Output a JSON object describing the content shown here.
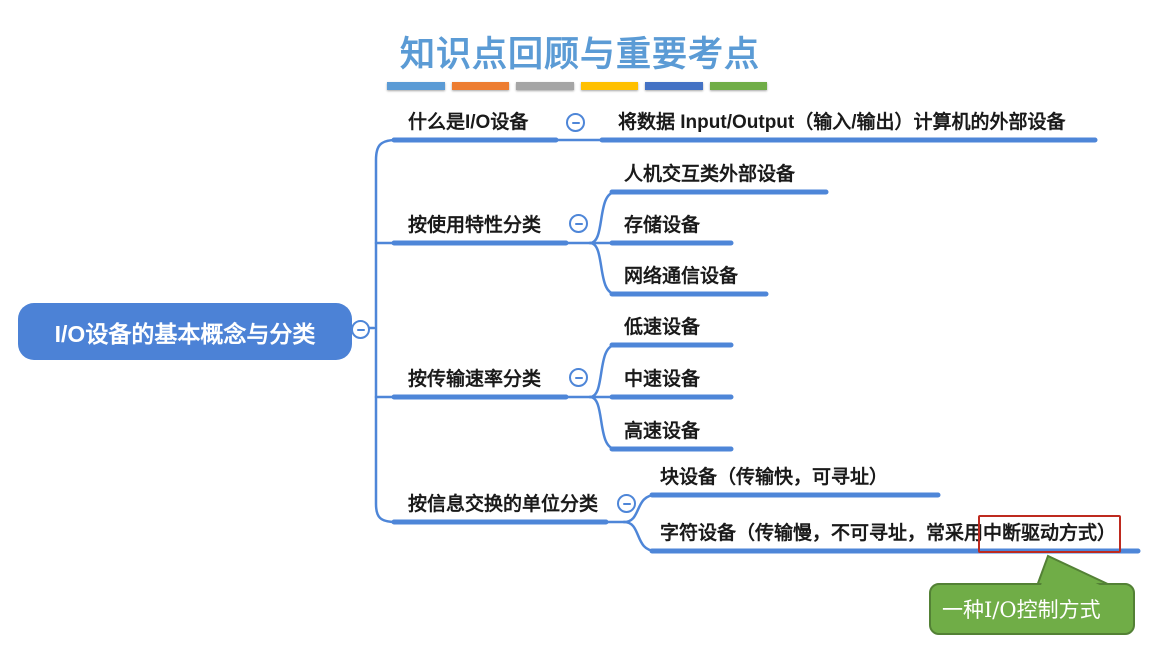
{
  "title": {
    "text": "知识点回顾与重要考点"
  },
  "title_bars": [
    "#5B9BD5",
    "#ED7D31",
    "#A5A5A5",
    "#FFC000",
    "#4472C4",
    "#70AD47"
  ],
  "icons": {
    "collapse": "minus-circle"
  },
  "root": {
    "label": "I/O设备的基本概念与分类"
  },
  "branches": [
    {
      "label": "什么是I/O设备",
      "children": [
        {
          "label": "将数据 Input/Output（输入/输出）计算机的外部设备"
        }
      ]
    },
    {
      "label": "按使用特性分类",
      "children": [
        {
          "label": "人机交互类外部设备"
        },
        {
          "label": "存储设备"
        },
        {
          "label": "网络通信设备"
        }
      ]
    },
    {
      "label": "按传输速率分类",
      "children": [
        {
          "label": "低速设备"
        },
        {
          "label": "中速设备"
        },
        {
          "label": "高速设备"
        }
      ]
    },
    {
      "label": "按信息交换的单位分类",
      "children": [
        {
          "label": "块设备（传输快，可寻址）"
        },
        {
          "prefix": "字符设备（传输慢，不可寻址，常采用",
          "boxed": "中断驱动方式）"
        }
      ]
    }
  ],
  "callout": {
    "text": "一种I/O控制方式"
  },
  "colors": {
    "line": "#4E86D8",
    "root_fill": "#4C82D6",
    "root_text": "#FFFFFF",
    "topic_text": "#1A1A1A",
    "title_text": "#5B9BD5",
    "highlight_box_border": "#BE2A1F",
    "callout_fill": "#70AD47",
    "callout_border": "#538135",
    "callout_text": "#FFFFFF"
  }
}
